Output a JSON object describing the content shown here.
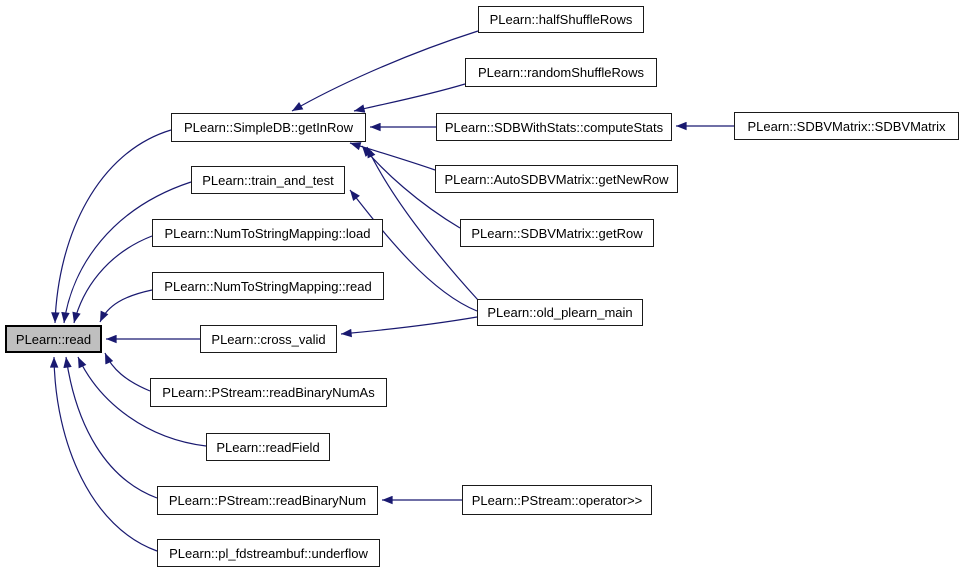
{
  "diagram": {
    "type": "call-graph",
    "background_color": "#ffffff",
    "edge_color": "#191970",
    "node_border_color": "#1a1a1a",
    "highlight_fill_color": "#bfbfbf",
    "nodes": [
      {
        "id": "read",
        "label": "PLearn::read",
        "highlighted": true
      },
      {
        "id": "getInRow",
        "label": "PLearn::SimpleDB::getInRow",
        "highlighted": false
      },
      {
        "id": "train_and_test",
        "label": "PLearn::train_and_test",
        "highlighted": false
      },
      {
        "id": "num2str_load",
        "label": "PLearn::NumToStringMapping::load",
        "highlighted": false
      },
      {
        "id": "num2str_read",
        "label": "PLearn::NumToStringMapping::read",
        "highlighted": false
      },
      {
        "id": "cross_valid",
        "label": "PLearn::cross_valid",
        "highlighted": false
      },
      {
        "id": "readBinaryNumAs",
        "label": "PLearn::PStream::readBinaryNumAs",
        "highlighted": false
      },
      {
        "id": "readField",
        "label": "PLearn::readField",
        "highlighted": false
      },
      {
        "id": "readBinaryNum",
        "label": "PLearn::PStream::readBinaryNum",
        "highlighted": false
      },
      {
        "id": "underflow",
        "label": "PLearn::pl_fdstreambuf::underflow",
        "highlighted": false
      },
      {
        "id": "halfShuffleRows",
        "label": "PLearn::halfShuffleRows",
        "highlighted": false
      },
      {
        "id": "randomShuffleRows",
        "label": "PLearn::randomShuffleRows",
        "highlighted": false
      },
      {
        "id": "computeStats",
        "label": "PLearn::SDBWithStats::computeStats",
        "highlighted": false
      },
      {
        "id": "sdbvmatrix_ctor",
        "label": "PLearn::SDBVMatrix::SDBVMatrix",
        "highlighted": false
      },
      {
        "id": "getNewRow",
        "label": "PLearn::AutoSDBVMatrix::getNewRow",
        "highlighted": false
      },
      {
        "id": "getRow",
        "label": "PLearn::SDBVMatrix::getRow",
        "highlighted": false
      },
      {
        "id": "old_plearn_main",
        "label": "PLearn::old_plearn_main",
        "highlighted": false
      },
      {
        "id": "operator_rshift",
        "label": "PLearn::PStream::operator>>",
        "highlighted": false
      }
    ],
    "edges": [
      {
        "from": "getInRow",
        "to": "read"
      },
      {
        "from": "train_and_test",
        "to": "read"
      },
      {
        "from": "num2str_load",
        "to": "read"
      },
      {
        "from": "num2str_read",
        "to": "read"
      },
      {
        "from": "cross_valid",
        "to": "read"
      },
      {
        "from": "readBinaryNumAs",
        "to": "read"
      },
      {
        "from": "readField",
        "to": "read"
      },
      {
        "from": "readBinaryNum",
        "to": "read"
      },
      {
        "from": "underflow",
        "to": "read"
      },
      {
        "from": "halfShuffleRows",
        "to": "getInRow"
      },
      {
        "from": "randomShuffleRows",
        "to": "getInRow"
      },
      {
        "from": "computeStats",
        "to": "getInRow"
      },
      {
        "from": "getNewRow",
        "to": "getInRow"
      },
      {
        "from": "getRow",
        "to": "getInRow"
      },
      {
        "from": "old_plearn_main",
        "to": "getInRow"
      },
      {
        "from": "sdbvmatrix_ctor",
        "to": "computeStats"
      },
      {
        "from": "old_plearn_main",
        "to": "train_and_test"
      },
      {
        "from": "old_plearn_main",
        "to": "cross_valid"
      },
      {
        "from": "operator_rshift",
        "to": "readBinaryNum"
      }
    ]
  }
}
